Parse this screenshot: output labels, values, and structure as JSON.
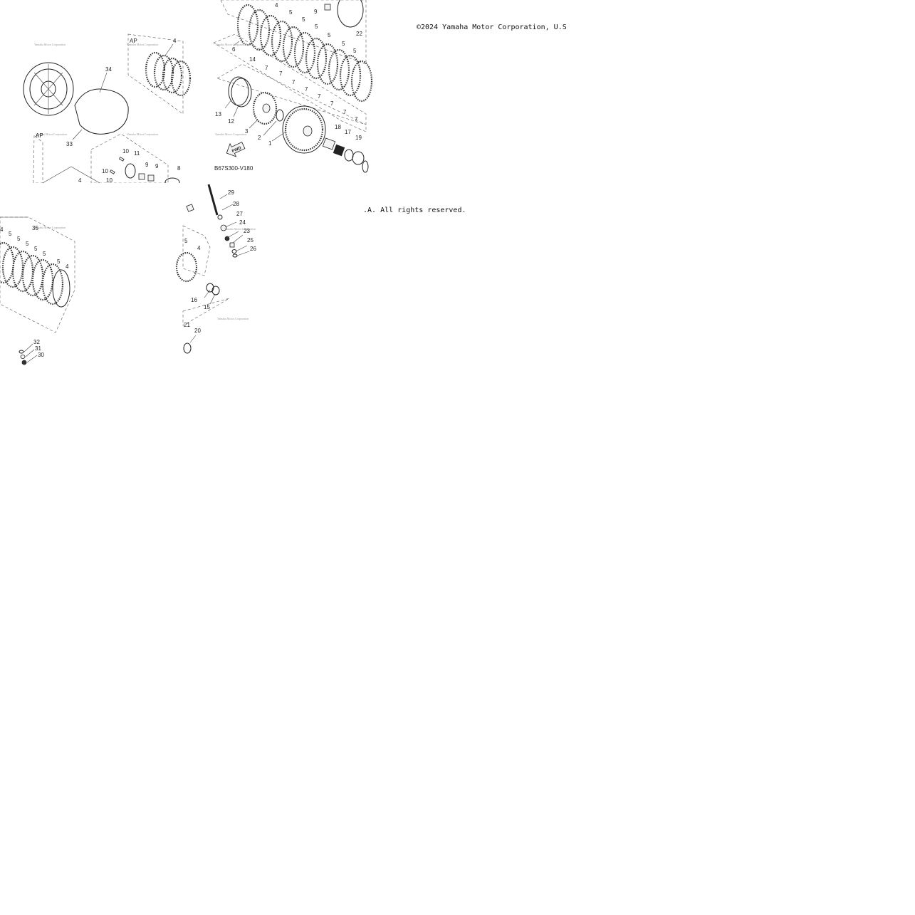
{
  "copyright": {
    "line_part1": "©2024 Yamaha Motor Corporation, U.S",
    "line_part2": ".A. All rights reserved."
  },
  "diagram": {
    "code": "B67S300-V180",
    "direction_label": "FWD",
    "ap_label": "AP",
    "watermark_text": "Yamaha Motor Corporation",
    "tile_a_labels": [
      "34",
      "33",
      "4",
      "10",
      "11",
      "10",
      "10",
      "9",
      "9",
      "8",
      "4"
    ],
    "tile_b_labels": [
      "4",
      "5",
      "5",
      "5",
      "5",
      "5",
      "5",
      "7",
      "7",
      "7",
      "7",
      "7",
      "7",
      "7",
      "7",
      "6",
      "14",
      "13",
      "12",
      "3",
      "2",
      "1",
      "18",
      "17",
      "19",
      "22",
      "9"
    ],
    "tile_c_labels": [
      "4",
      "35",
      "5",
      "5",
      "5",
      "5",
      "5",
      "5",
      "4",
      "32",
      "31",
      "30"
    ],
    "tile_d_labels": [
      "29",
      "28",
      "27",
      "24",
      "23",
      "25",
      "26",
      "5",
      "4",
      "16",
      "15",
      "21",
      "20"
    ]
  }
}
